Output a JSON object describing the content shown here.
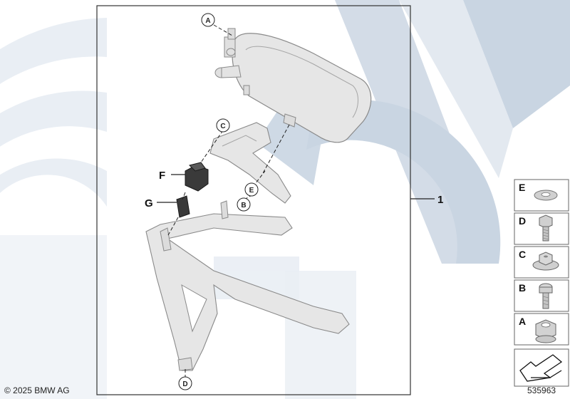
{
  "diagram": {
    "assembly_number": "1",
    "part_labels": {
      "F": "F",
      "G": "G"
    },
    "callouts": {
      "A": "A",
      "B": "B",
      "C": "C",
      "D": "D",
      "E": "E"
    }
  },
  "legend": [
    {
      "letter": "E",
      "icon": "washer-icon"
    },
    {
      "letter": "D",
      "icon": "hex-bolt-icon"
    },
    {
      "letter": "C",
      "icon": "flange-nut-icon"
    },
    {
      "letter": "B",
      "icon": "torx-screw-icon"
    },
    {
      "letter": "A",
      "icon": "collar-nut-icon"
    },
    {
      "icon": "arrow-direction-icon"
    }
  ],
  "footer": {
    "copyright": "© 2025 BMW AG",
    "diagram_id": "535963"
  },
  "colors": {
    "watermark": "#c9d5e2",
    "watermark_light": "#e9eef4",
    "part_fill": "#e6e6e6",
    "part_stroke": "#8a8a8a",
    "frame_stroke": "#333333"
  }
}
